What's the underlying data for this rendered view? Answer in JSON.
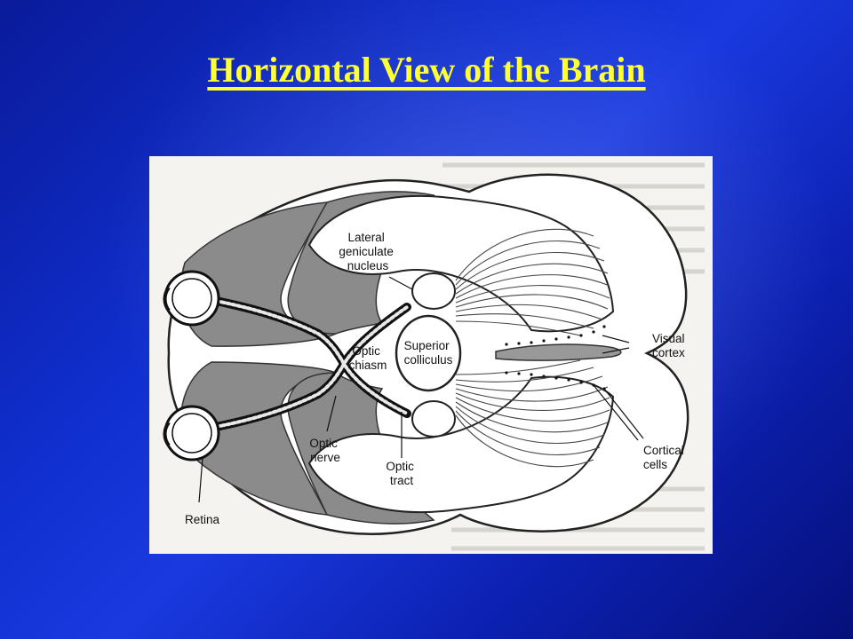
{
  "slide": {
    "title": "Horizontal View of the Brain",
    "colors": {
      "background": "#1030d0",
      "title": "#ffff33"
    }
  },
  "figure": {
    "labels": {
      "lgn": [
        "Lateral",
        "geniculate",
        "nucleus"
      ],
      "optic_chiasm": [
        "Optic",
        "chiasm"
      ],
      "superior_colliculus": [
        "Superior",
        "colliculus"
      ],
      "visual_cortex": [
        "Visual",
        "cortex"
      ],
      "cortical_cells": [
        "Cortical",
        "cells"
      ],
      "optic_nerve": [
        "Optic",
        "nerve"
      ],
      "optic_tract": [
        "Optic",
        "tract"
      ],
      "retina": "Retina"
    }
  }
}
